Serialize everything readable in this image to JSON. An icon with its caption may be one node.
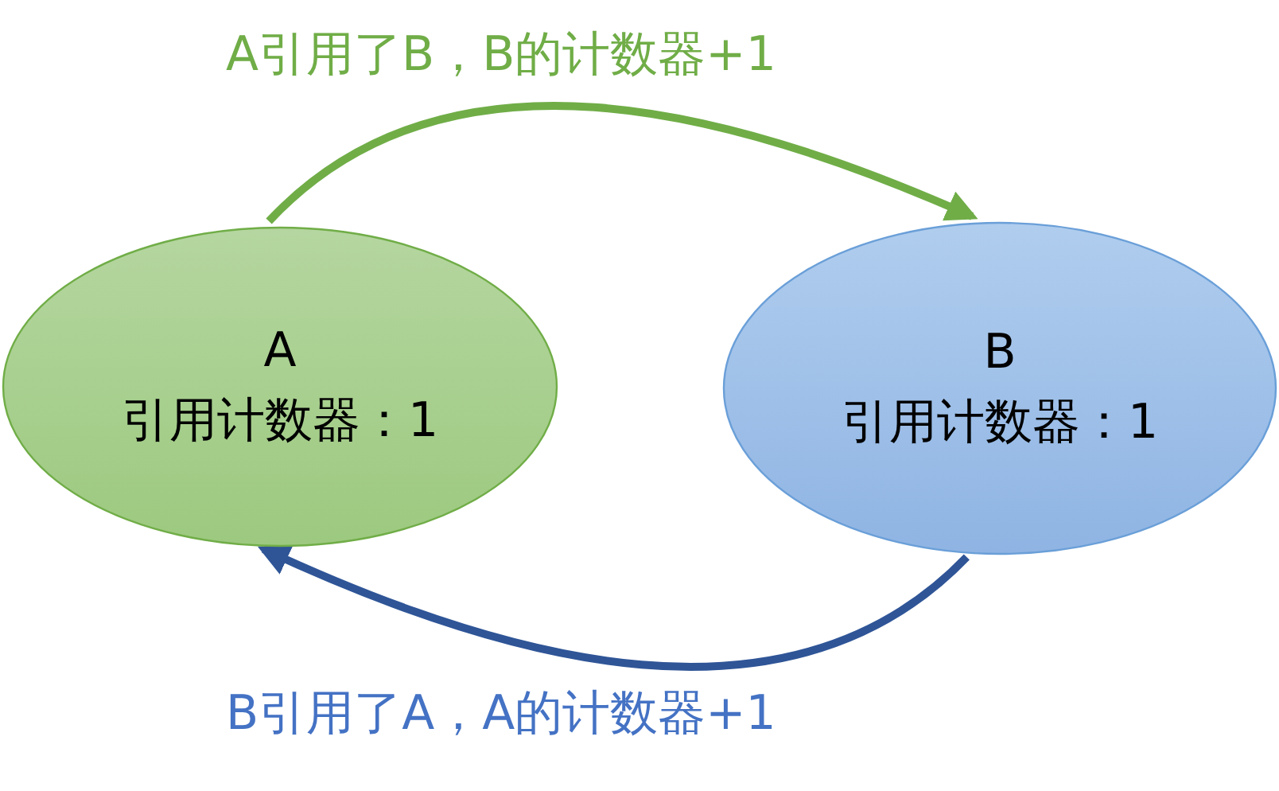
{
  "diagram": {
    "nodes": [
      {
        "text": [
          "A",
          "引用计数器：1"
        ]
      },
      {
        "text": [
          "B",
          "引用计数器：1"
        ]
      }
    ],
    "edges": [
      {
        "from": 0,
        "to": 1,
        "arrow": "to",
        "label": "A引用了B，B的计数器+1",
        "color": "#70ad47"
      },
      {
        "from": 1,
        "to": 0,
        "arrow": "to",
        "label": "B引用了A，A的计数器+1",
        "color": "#2f5597"
      }
    ]
  }
}
